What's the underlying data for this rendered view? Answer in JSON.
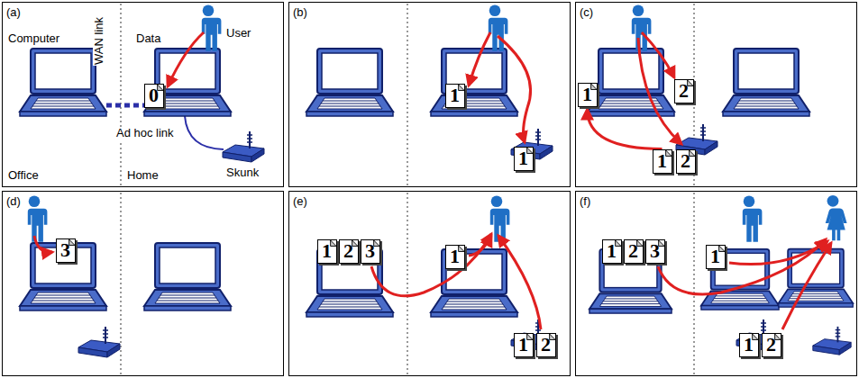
{
  "diagram": {
    "nodes": [
      {
        "text": [
          "(a)"
        ]
      },
      {
        "text": [
          "0"
        ],
        "in": 0
      },
      {
        "text": [
          "(b)"
        ]
      },
      {
        "text": [
          "1"
        ],
        "in": 2
      },
      {
        "text": [
          "1"
        ],
        "in": 2
      },
      {
        "text": [
          "(c)"
        ]
      },
      {
        "text": [
          "1"
        ],
        "in": 5
      },
      {
        "text": [
          "2"
        ],
        "in": 5
      },
      {
        "text": [
          "1"
        ],
        "in": 5
      },
      {
        "text": [
          "2"
        ],
        "in": 5
      },
      {
        "text": [
          "(d)"
        ]
      },
      {
        "text": [
          "3"
        ],
        "in": 10
      },
      {
        "text": [
          "(e)"
        ]
      },
      {
        "text": [
          "1"
        ],
        "in": 12
      },
      {
        "text": [
          "2"
        ],
        "in": 12
      },
      {
        "text": [
          "3"
        ],
        "in": 12
      },
      {
        "text": [
          "1"
        ],
        "in": 12
      },
      {
        "text": [
          "1"
        ],
        "in": 12
      },
      {
        "text": [
          "2"
        ],
        "in": 12
      },
      {
        "text": [
          "(f)"
        ]
      },
      {
        "text": [
          "1"
        ],
        "in": 19
      },
      {
        "text": [
          "2"
        ],
        "in": 19
      },
      {
        "text": [
          "3"
        ],
        "in": 19
      },
      {
        "text": [
          "1"
        ],
        "in": 19
      },
      {
        "text": [
          "1"
        ],
        "in": 19
      },
      {
        "text": [
          "2"
        ],
        "in": 19
      }
    ],
    "edges": [
      {
        "from": 8,
        "to": 6,
        "arrow": "to"
      }
    ],
    "labels": [
      "Computer",
      "WAN link",
      "Data",
      "User",
      "Ad hoc link",
      "Skunk",
      "Office",
      "Home"
    ]
  }
}
